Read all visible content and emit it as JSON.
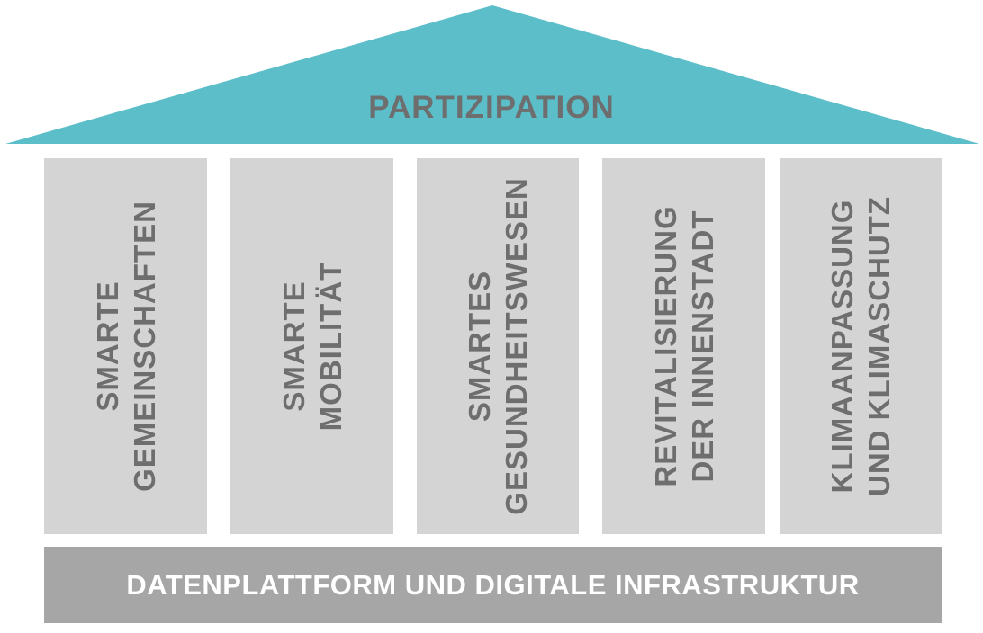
{
  "colors": {
    "roof": "#5bbec9",
    "pillar": "#d4d4d4",
    "base": "#a6a6a6",
    "text_dark": "#6e6e6e",
    "text_light": "#ffffff"
  },
  "roof": {
    "label": "PARTIZIPATION"
  },
  "pillars": [
    {
      "line1": "SMARTE",
      "line2": "GEMEINSCHAFTEN"
    },
    {
      "line1": "SMARTE",
      "line2": "MOBILITÄT"
    },
    {
      "line1": "SMARTES",
      "line2": "GESUNDHEITSWESEN"
    },
    {
      "line1": "REVITALISIERUNG",
      "line2": "DER INNENSTADT"
    },
    {
      "line1": "KLIMAANPASSUNG",
      "line2": "UND KLIMASCHUTZ"
    }
  ],
  "base": {
    "label": "DATENPLATTFORM UND DIGITALE INFRASTRUKTUR"
  }
}
